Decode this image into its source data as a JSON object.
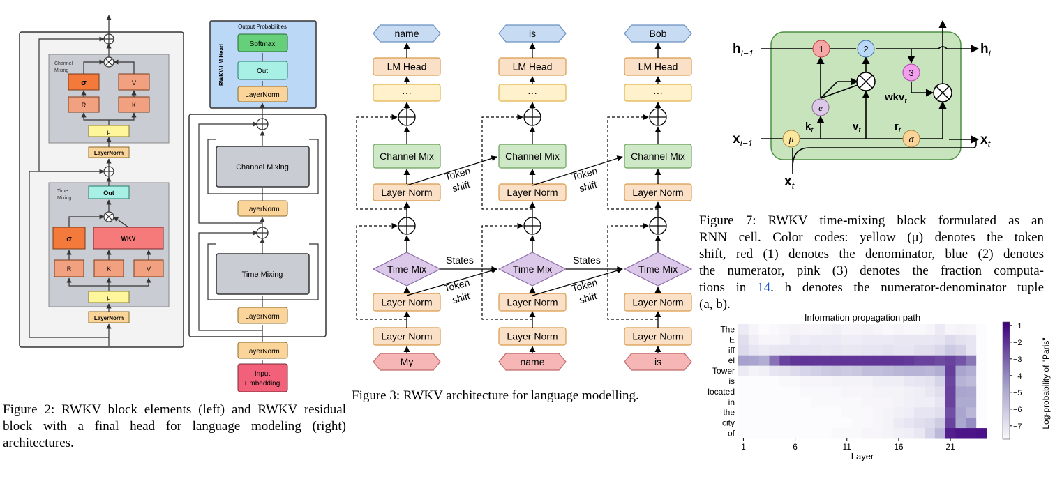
{
  "fig2": {
    "channel_mixing": {
      "title1": "Channel",
      "title2": "Mixing",
      "sigma": "σ",
      "v": "V",
      "r": "R",
      "k": "K",
      "mu": "μ",
      "layernorm": "LayerNorm"
    },
    "time_mixing": {
      "title1": "Time",
      "title2": "Mixing",
      "out": "Out",
      "sigma": "σ",
      "wkv": "WKV",
      "r": "R",
      "k": "K",
      "v": "V",
      "mu": "μ",
      "layernorm": "LayerNorm"
    },
    "head": {
      "output_probabilities": "Output Probabilities",
      "head_label": "RWKV-LM Head",
      "softmax": "Softmax",
      "out": "Out",
      "layernorm": "LayerNorm"
    },
    "residual": {
      "channel_mixing": "Channel Mixing",
      "layernorm1": "LayerNorm",
      "time_mixing": "Time Mixing",
      "layernorm2": "LayerNorm",
      "layernorm3": "LayerNorm",
      "input_embedding1": "Input",
      "input_embedding2": "Embedding"
    },
    "caption": "Figure 2: RWKV block elements (left) and RWKV residual block with a final head for language modeling (right) architectures."
  },
  "fig3": {
    "columns": [
      {
        "output": "name",
        "input": "My"
      },
      {
        "output": "is",
        "input": "name"
      },
      {
        "output": "Bob",
        "input": "is"
      }
    ],
    "lm_head": "LM Head",
    "dots": "···",
    "channel_mix": "Channel Mix",
    "layer_norm": "Layer Norm",
    "time_mix": "Time Mix",
    "token": "Token",
    "shift": "shift",
    "states": "States",
    "caption": "Figure 3: RWKV architecture for language modelling."
  },
  "fig7": {
    "h_prev": "h",
    "h_prev_sub": "t−1",
    "h_next": "h",
    "h_next_sub": "t",
    "x_prev": "x",
    "x_prev_sub": "t−1",
    "x_next": "x",
    "x_next_sub": "t",
    "x_in": "x",
    "x_in_sub": "t",
    "node1": "1",
    "node2": "2",
    "node3": "3",
    "e": "e",
    "mu": "μ",
    "sigma": "σ",
    "k": "k",
    "k_sub": "t",
    "v": "v",
    "v_sub": "t",
    "r": "r",
    "r_sub": "t",
    "wkv": "wkv",
    "wkv_sub": "t",
    "caption_lines": [
      "Figure 7: RWKV time-mixing block formulated as an",
      "RNN cell. Color codes: yellow (μ) denotes the token",
      "shift, red (1) denotes the denominator, blue (2) denotes",
      "the numerator, pink (3) denotes the fraction computa-"
    ],
    "caption_line5_a": "tions in ",
    "caption_ref": "14",
    "caption_line5_b": ". h denotes the numerator-denominator tuple",
    "caption_line6": "(a, b)."
  },
  "heatmap": {
    "title": "Information propagation path",
    "xlabel": "Layer",
    "colorbar_label": "Log-probability of \"Paris\"",
    "tokens": [
      "The",
      "E",
      "iff",
      "el",
      "Tower",
      "is",
      "located",
      "in",
      "the",
      "city",
      "of"
    ],
    "x_ticks": [
      "1",
      "6",
      "11",
      "16",
      "21"
    ],
    "cbar_ticks": [
      "−1",
      "−2",
      "−3",
      "−4",
      "−5",
      "−6",
      "−7"
    ]
  },
  "chart_data": {
    "type": "heatmap",
    "title": "Information propagation path",
    "xlabel": "Layer",
    "ylabel": "",
    "x": [
      1,
      2,
      3,
      4,
      5,
      6,
      7,
      8,
      9,
      10,
      11,
      12,
      13,
      14,
      15,
      16,
      17,
      18,
      19,
      20,
      21,
      22,
      23,
      24
    ],
    "y": [
      "The",
      "E",
      "iff",
      "el",
      "Tower",
      "is",
      "located",
      "in",
      "the",
      "city",
      "of"
    ],
    "colorbar": {
      "label": "Log-probability of \"Paris\"",
      "range": [
        -7.8,
        -0.8
      ]
    },
    "values": [
      [
        -7.2,
        -7.6,
        -7.8,
        -7.7,
        -7.6,
        -7.5,
        -7.6,
        -7.6,
        -7.5,
        -7.4,
        -7.6,
        -7.6,
        -7.5,
        -7.6,
        -7.7,
        -7.6,
        -7.7,
        -7.7,
        -7.6,
        -7.2,
        -7.6,
        -7.5,
        -7.6,
        -7.8
      ],
      [
        -6.8,
        -7.3,
        -7.6,
        -7.6,
        -7.5,
        -7.2,
        -7.3,
        -7.2,
        -7.2,
        -7.2,
        -7.3,
        -7.3,
        -7.2,
        -7.2,
        -7.2,
        -7.1,
        -7.1,
        -7.1,
        -7.1,
        -7.0,
        -6.6,
        -6.9,
        -7.0,
        -7.8
      ],
      [
        -6.6,
        -7.0,
        -7.2,
        -7.1,
        -7.0,
        -7.0,
        -7.0,
        -7.0,
        -7.1,
        -7.0,
        -7.1,
        -7.1,
        -7.0,
        -7.0,
        -6.9,
        -7.0,
        -7.0,
        -6.8,
        -6.8,
        -6.5,
        -6.0,
        -6.3,
        -7.0,
        -7.8
      ],
      [
        -4.6,
        -4.7,
        -5.0,
        -3.4,
        -2.3,
        -2.0,
        -2.0,
        -2.0,
        -2.0,
        -2.0,
        -2.0,
        -2.0,
        -2.0,
        -2.0,
        -2.0,
        -2.0,
        -2.1,
        -2.3,
        -2.3,
        -2.5,
        -2.3,
        -2.7,
        -3.5,
        -7.8
      ],
      [
        -7.2,
        -7.5,
        -7.4,
        -7.0,
        -6.9,
        -6.6,
        -6.4,
        -6.2,
        -6.0,
        -5.9,
        -6.0,
        -5.9,
        -5.6,
        -5.6,
        -5.5,
        -5.3,
        -5.2,
        -5.2,
        -5.3,
        -5.0,
        -2.2,
        -4.7,
        -5.0,
        -7.8
      ],
      [
        -7.8,
        -7.8,
        -7.8,
        -7.8,
        -7.7,
        -7.7,
        -7.6,
        -7.6,
        -7.6,
        -7.5,
        -7.5,
        -7.5,
        -7.5,
        -7.3,
        -7.3,
        -7.3,
        -7.1,
        -7.0,
        -6.9,
        -6.4,
        -2.4,
        -5.2,
        -5.5,
        -7.8
      ],
      [
        -7.8,
        -7.8,
        -7.8,
        -7.8,
        -7.8,
        -7.8,
        -7.7,
        -7.7,
        -7.7,
        -7.7,
        -7.6,
        -7.6,
        -7.6,
        -7.5,
        -7.5,
        -7.5,
        -7.4,
        -7.3,
        -7.1,
        -6.8,
        -2.3,
        -4.7,
        -4.8,
        -7.8
      ],
      [
        -7.8,
        -7.8,
        -7.8,
        -7.8,
        -7.8,
        -7.8,
        -7.8,
        -7.7,
        -7.7,
        -7.7,
        -7.7,
        -7.7,
        -7.6,
        -7.6,
        -7.6,
        -7.5,
        -7.4,
        -7.3,
        -7.3,
        -7.0,
        -2.3,
        -4.9,
        -4.9,
        -7.8
      ],
      [
        -7.8,
        -7.8,
        -7.8,
        -7.8,
        -7.8,
        -7.8,
        -7.8,
        -7.8,
        -7.8,
        -7.8,
        -7.7,
        -7.7,
        -7.7,
        -7.6,
        -7.5,
        -7.4,
        -7.3,
        -7.0,
        -7.0,
        -6.8,
        -2.6,
        -4.7,
        -5.3,
        -7.8
      ],
      [
        -7.8,
        -7.8,
        -7.8,
        -7.8,
        -7.8,
        -7.8,
        -7.8,
        -7.8,
        -7.8,
        -7.8,
        -7.8,
        -7.7,
        -7.7,
        -7.6,
        -7.5,
        -7.2,
        -7.0,
        -6.8,
        -6.6,
        -6.1,
        -2.3,
        -4.8,
        -4.0,
        -7.8
      ],
      [
        -7.8,
        -7.8,
        -7.8,
        -7.8,
        -7.8,
        -7.8,
        -7.8,
        -7.8,
        -7.8,
        -7.7,
        -7.7,
        -7.7,
        -7.6,
        -7.6,
        -7.5,
        -7.4,
        -7.3,
        -7.1,
        -6.4,
        -5.4,
        -1.5,
        -1.3,
        -1.3,
        -1.2
      ]
    ]
  }
}
